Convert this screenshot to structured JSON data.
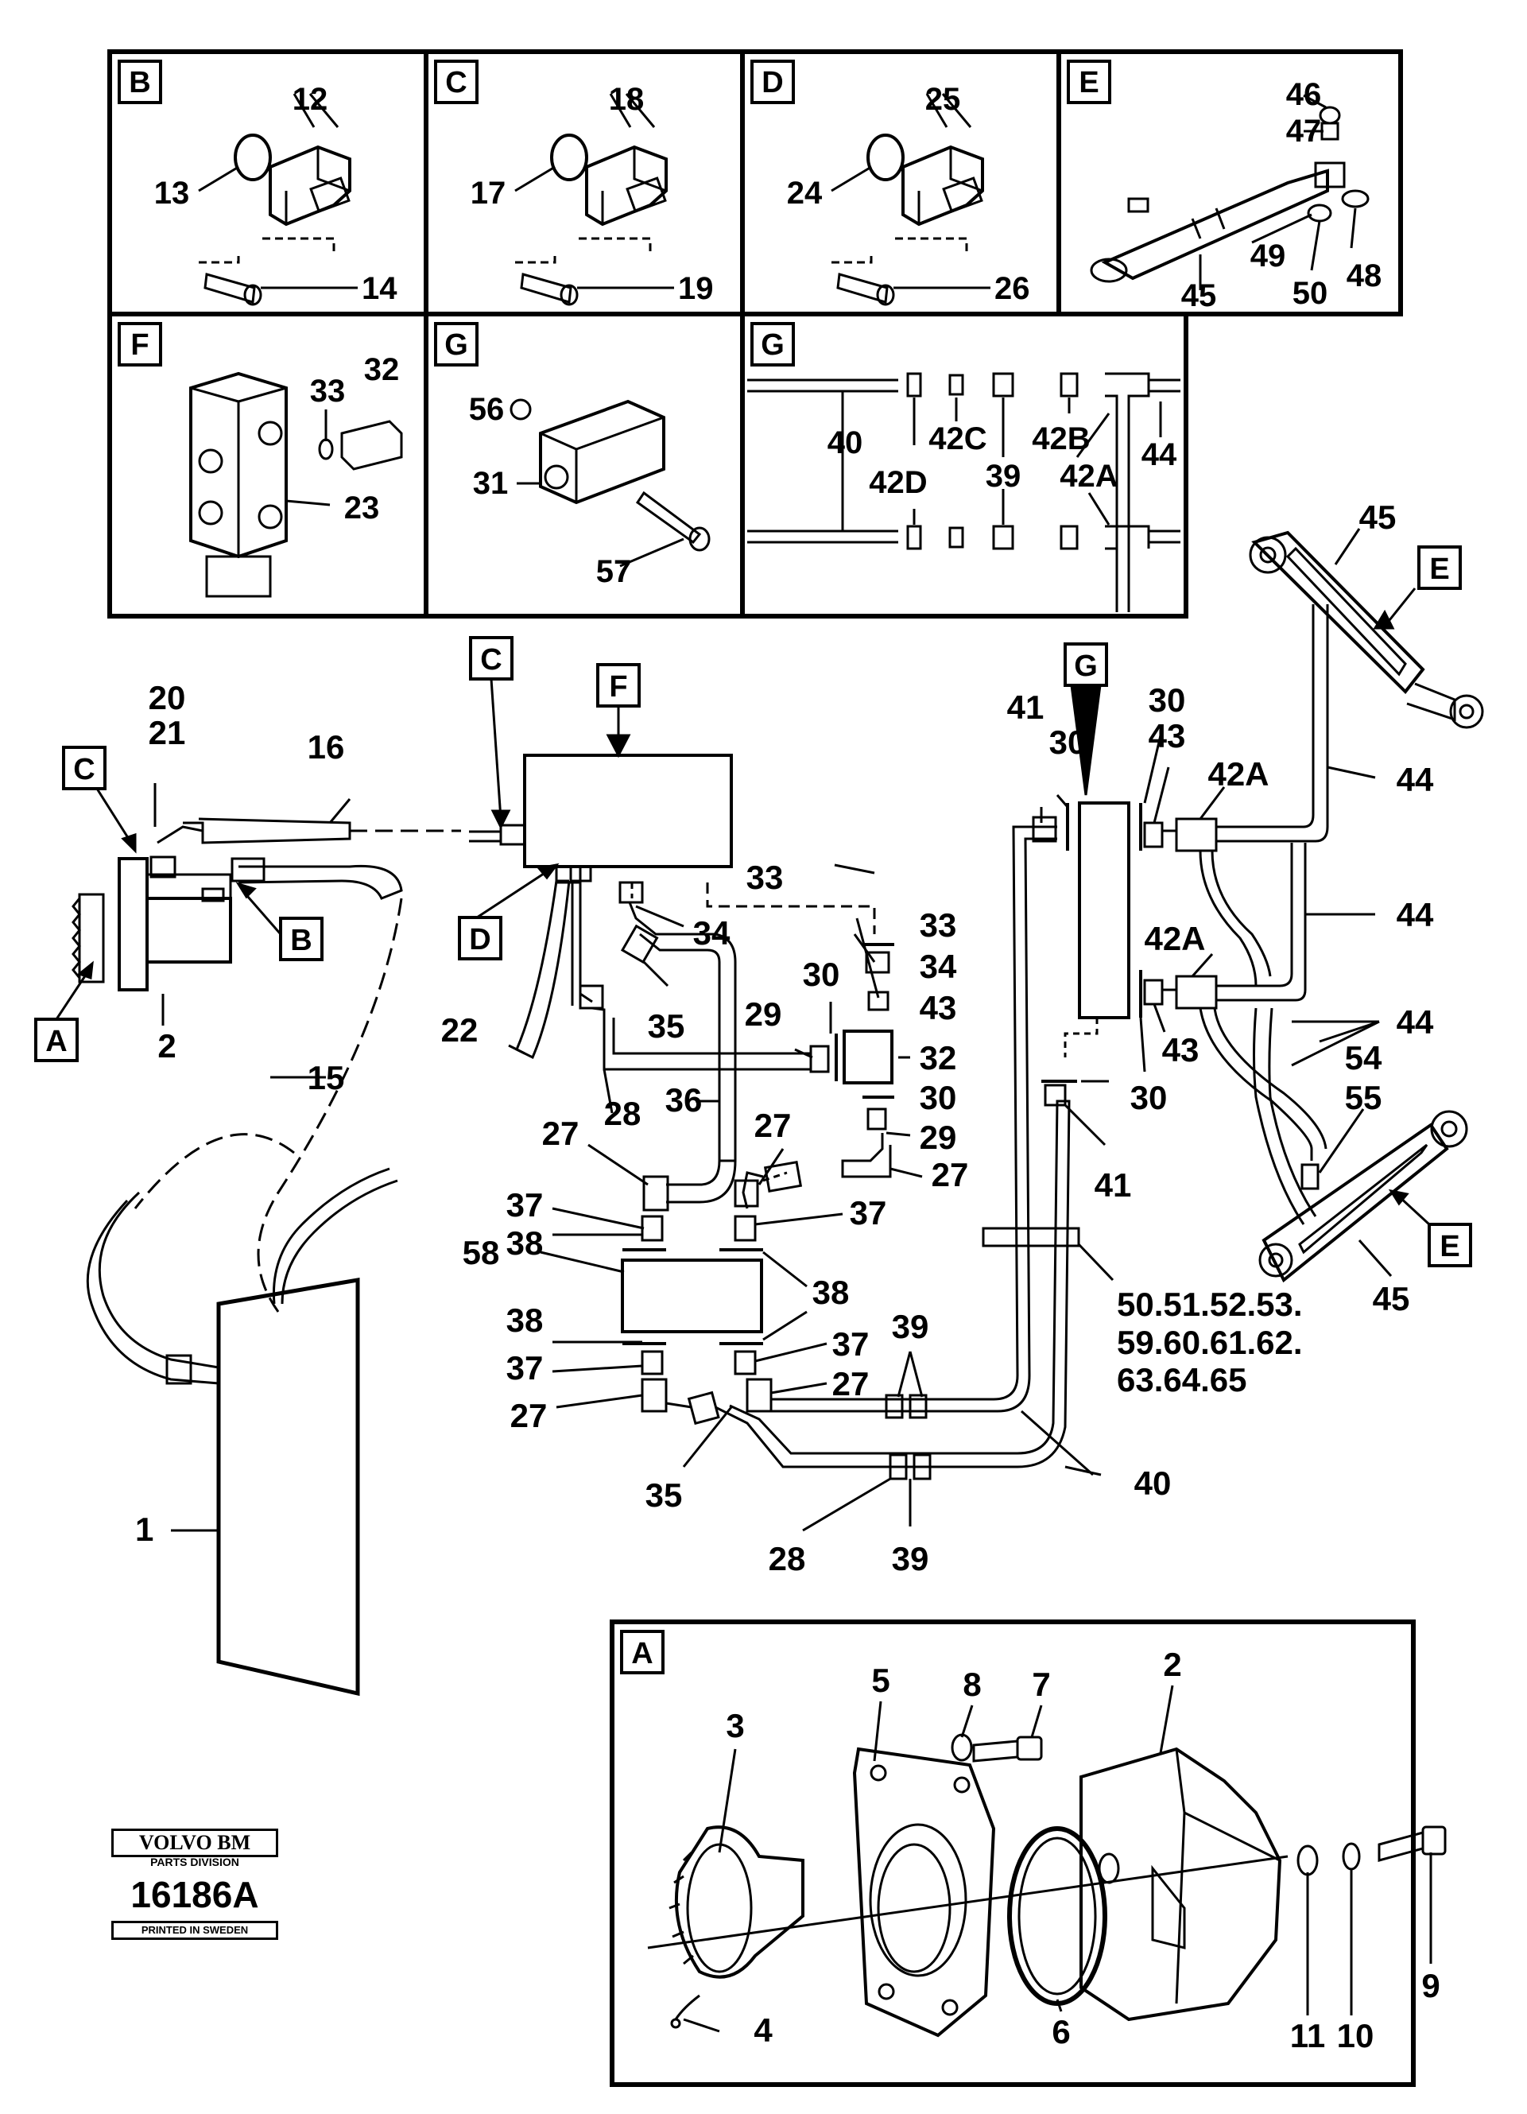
{
  "panels": {
    "B": {
      "letter": "B",
      "labels": [
        "12",
        "13",
        "14"
      ]
    },
    "C": {
      "letter": "C",
      "labels": [
        "18",
        "17",
        "19"
      ]
    },
    "D": {
      "letter": "D",
      "labels": [
        "25",
        "24",
        "26"
      ]
    },
    "E": {
      "letter": "E",
      "labels": [
        "46",
        "47",
        "49",
        "50",
        "48",
        "45"
      ]
    },
    "F": {
      "letter": "F",
      "labels": [
        "33",
        "32",
        "23"
      ]
    },
    "G1": {
      "letter": "G",
      "labels": [
        "56",
        "31",
        "57"
      ]
    },
    "G2": {
      "letter": "G",
      "labels": [
        "40",
        "42C",
        "42B",
        "42D",
        "39",
        "42A",
        "44"
      ]
    },
    "A": {
      "letter": "A",
      "labels": [
        "3",
        "5",
        "8",
        "7",
        "2",
        "4",
        "6",
        "11",
        "10",
        "9"
      ]
    }
  },
  "main": {
    "callouts": [
      "C",
      "F",
      "G",
      "E",
      "B",
      "D",
      "A",
      "C",
      "E"
    ],
    "labels": {
      "l20": "20",
      "l21": "21",
      "l16": "16",
      "l2": "2",
      "l15": "15",
      "l22": "22",
      "l1": "1",
      "l33a": "33",
      "l34a": "34",
      "l35a": "35",
      "l33b": "33",
      "l34b": "34",
      "l43a": "43",
      "l30a": "30",
      "l29a": "29",
      "l32": "32",
      "l30b": "30",
      "l29b": "29",
      "l27a": "27",
      "l28a": "28",
      "l36": "36",
      "l27b": "27",
      "l27c": "27",
      "l37a": "37",
      "l37b": "37",
      "l38a": "38",
      "l58": "58",
      "l38b": "38",
      "l38c": "38",
      "l37c": "37",
      "l37d": "37",
      "l27d": "27",
      "l27e": "27",
      "l39a": "39",
      "l35b": "35",
      "l28b": "28",
      "l39b": "39",
      "l40": "40",
      "l41a": "41",
      "l30c": "30",
      "l30d": "30",
      "l43b": "43",
      "l42Aa": "42A",
      "l44a": "44",
      "l44b": "44",
      "l42Ab": "42A",
      "l43c": "43",
      "l30e": "30",
      "l44c": "44",
      "l54": "54",
      "l55": "55",
      "l41b": "41",
      "l45a": "45",
      "l45b": "45",
      "multi1": "50.51.52.53.",
      "multi2": "59.60.61.62.",
      "multi3": "63.64.65"
    }
  },
  "logo": {
    "brand": "VOLVO BM",
    "division": "PARTS DIVISION",
    "number": "16186A",
    "printed": "PRINTED IN SWEDEN"
  }
}
